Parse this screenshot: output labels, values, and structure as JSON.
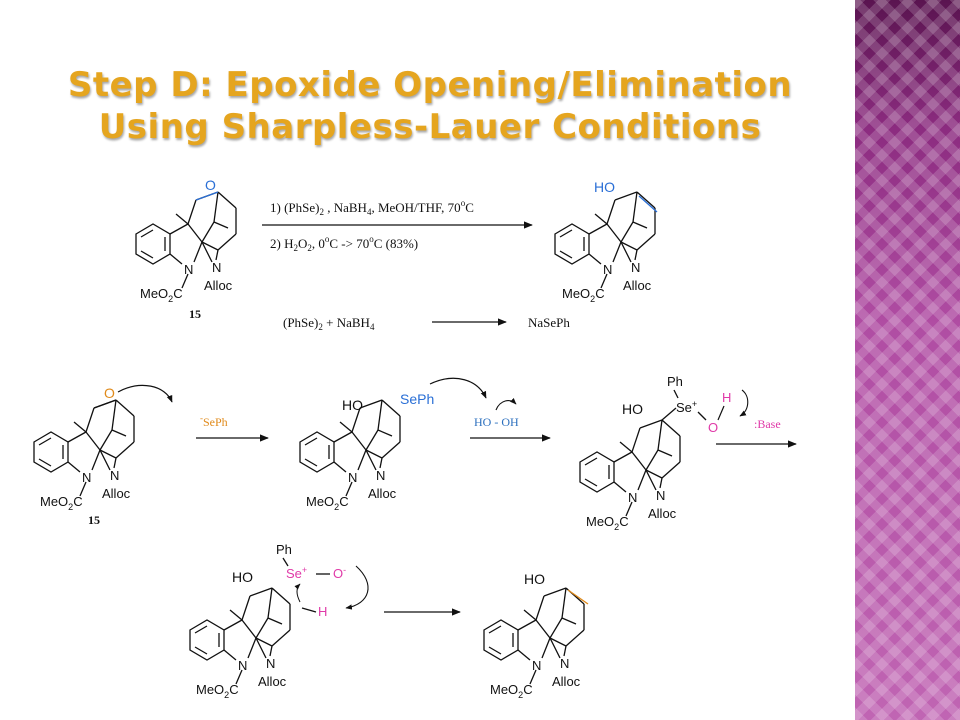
{
  "title": {
    "line1": "Step D: Epoxide Opening/Elimination",
    "line2": "Using Sharpless-Lauer Conditions"
  },
  "colors": {
    "title": "#e5a51f",
    "oxygen_orange": "#e08a1a",
    "hetero_blue": "#2a6fd6",
    "mechanism_magenta": "#e03aa8",
    "arrow_text_blue": "#2b6fbe",
    "panel_purple": "#b04da3"
  },
  "labels": {
    "ester": "MeO",
    "ester_sub": "2",
    "ester_c": "C",
    "N": "N",
    "alloc": "Alloc",
    "O": "O",
    "HO": "HO",
    "compound_number": "15",
    "SePh": "SePh",
    "Ph": "Ph",
    "Se": "Se",
    "plus": "+",
    "H": "H",
    "O_minus": "O",
    "minus": "-"
  },
  "reaction1": {
    "cond1": "1) (PhSe)",
    "cond1_sub": "2",
    "cond1_rest": " , NaBH",
    "cond1_sub2": "4",
    "cond1_end": ", MeOH/THF, 70",
    "cond1_deg": "o",
    "cond1_c": "C",
    "cond2": "2) H",
    "cond2_sub": "2",
    "cond2_mid": "O",
    "cond2_sub2": "2",
    "cond2_rest": ", 0",
    "cond2_deg": "o",
    "cond2_c": "C -> 70",
    "cond2_deg2": "o",
    "cond2_end": "C (83%)"
  },
  "reagent_eq": {
    "left": "(PhSe)",
    "left_sub": "2",
    "plus": " + NaBH",
    "sub4": "4",
    "right": "NaSePh"
  },
  "mechanism": {
    "nucleophile_minus": "-",
    "nucleophile": "SePh",
    "oxidant": "HO - OH",
    "base": ":Base"
  }
}
